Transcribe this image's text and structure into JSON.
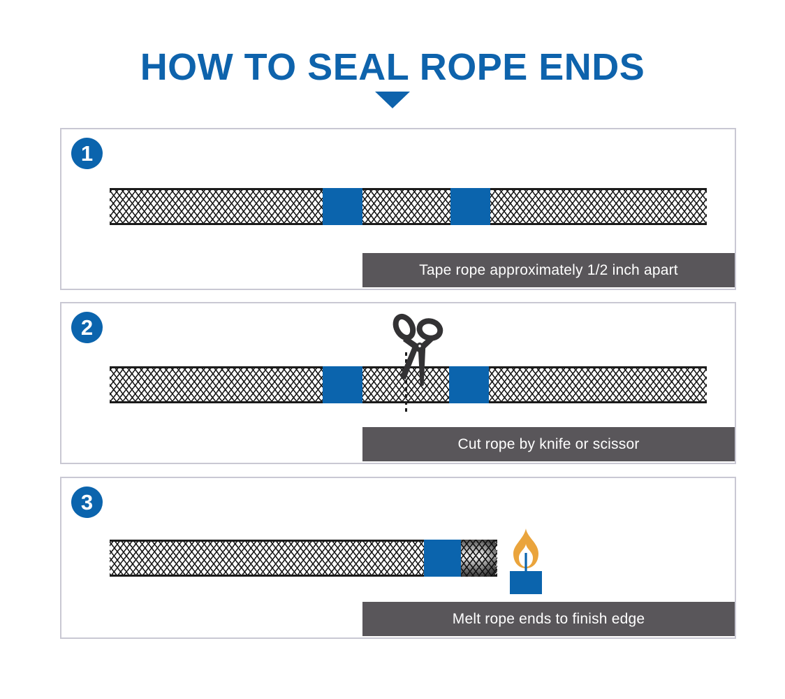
{
  "title": "HOW TO SEAL ROPE ENDS",
  "colors": {
    "accent_blue": "#0b64ad",
    "caption_gray": "#59565a",
    "panel_border": "#c9c8d3",
    "rope_line": "#1b1b1b",
    "flame_orange": "#eaa43c"
  },
  "icons": {
    "down_arrow": "down-triangle-icon",
    "scissors": "scissors-icon",
    "candle": "candle-flame-icon"
  },
  "steps": [
    {
      "number": "1",
      "caption": "Tape rope approximately 1/2 inch apart"
    },
    {
      "number": "2",
      "caption": "Cut rope by knife or scissor"
    },
    {
      "number": "3",
      "caption": "Melt rope ends to finish edge"
    }
  ]
}
